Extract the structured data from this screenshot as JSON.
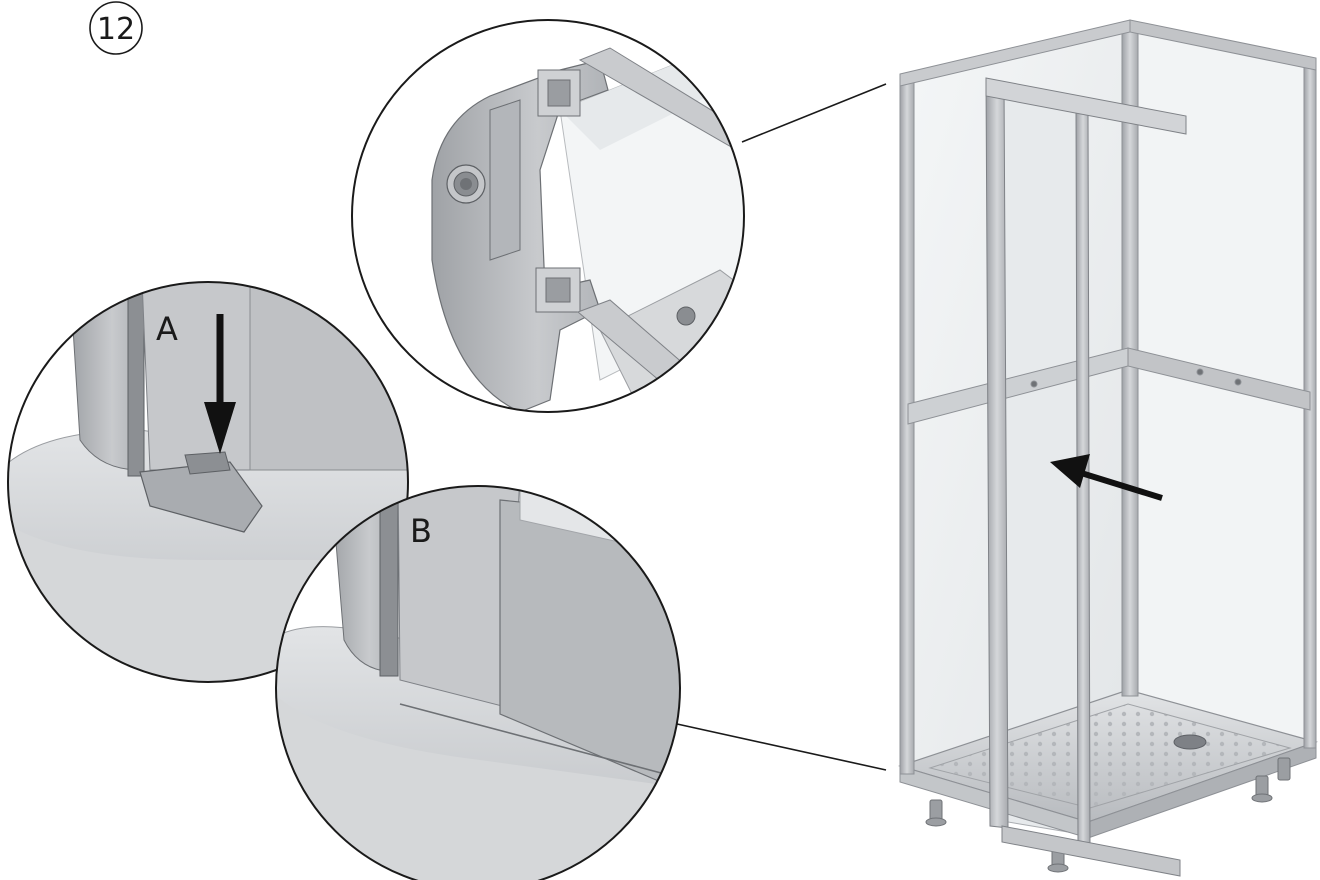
{
  "step": {
    "number": "12"
  },
  "callouts": [
    {
      "id": "A",
      "label": "A"
    },
    {
      "id": "B",
      "label": "B"
    }
  ],
  "colors": {
    "ink": "#1a1a1a",
    "metal": "#b9bcc0",
    "metal_dark": "#8e9196",
    "glass": "#eef1f3",
    "tray": "#d6d8da"
  },
  "icons": [
    "arrow-down-icon",
    "arrow-left-icon"
  ]
}
